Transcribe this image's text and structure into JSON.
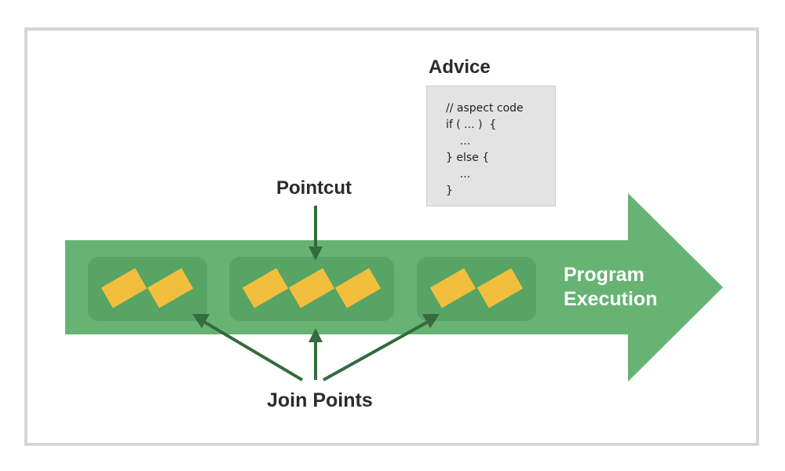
{
  "advice": {
    "title": "Advice",
    "code_lines": [
      "// aspect code",
      "if ( ... )  {",
      "    ...",
      "} else {",
      "    ...",
      "}"
    ]
  },
  "pointcut": {
    "label": "Pointcut"
  },
  "join_points": {
    "label": "Join Points"
  },
  "program_execution": {
    "line1": "Program",
    "line2": "Execution"
  },
  "colors": {
    "arrow": "#66b373",
    "group": "#57a464",
    "block": "#f1bf3d",
    "pointer": "#356b3f",
    "code_bg": "#e3e3e3",
    "frame_border": "#d6d6d6"
  }
}
